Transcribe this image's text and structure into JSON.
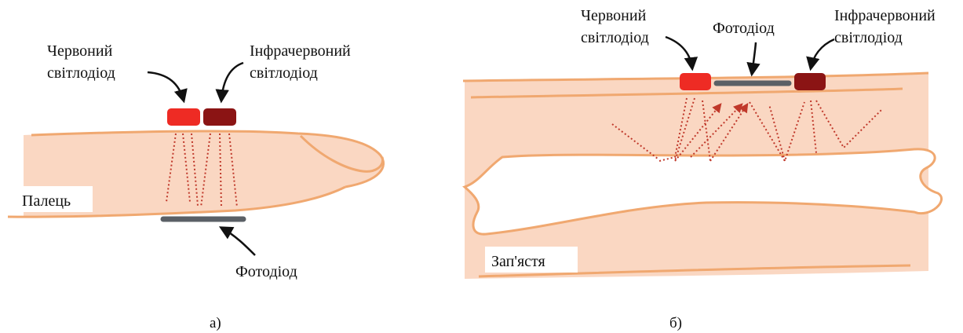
{
  "colors": {
    "skin": "#fad7c2",
    "outline": "#f0a870",
    "red_led": "#ee2b24",
    "ir_led": "#8b1414",
    "photodiode": "#5b6066",
    "ray": "#c0392b",
    "arrow": "#111111",
    "tag_bg": "#ffffff"
  },
  "left": {
    "red_led_label": [
      "Червоний",
      "світлодіод"
    ],
    "ir_led_label": [
      "Інфрачервоний",
      "світлодіод"
    ],
    "photodiode_label": "Фотодіод",
    "tissue_label": "Палець",
    "caption": "а)"
  },
  "right": {
    "red_led_label": [
      "Червоний",
      "світлодіод"
    ],
    "photodiode_label": "Фотодіод",
    "ir_led_label": [
      "Інфрачервоний",
      "світлодіод"
    ],
    "tissue_label": "Зап'ястя",
    "caption": "б)"
  }
}
